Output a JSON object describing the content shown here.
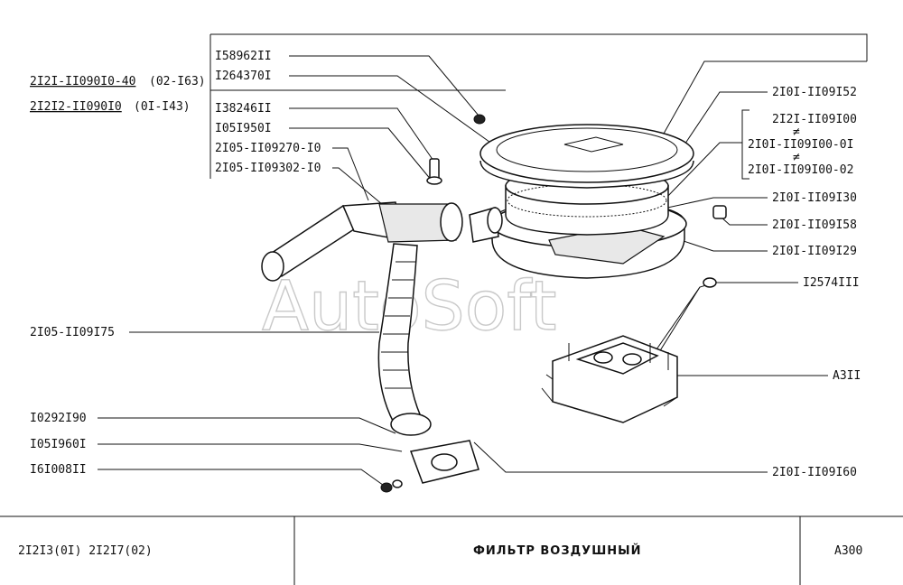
{
  "models": [
    {
      "code": "2I2I-II090I0-40",
      "range": "(02-I63)"
    },
    {
      "code": "2I2I2-II090I0",
      "range": "(0I-I43)"
    }
  ],
  "left_labels": [
    {
      "id": "I58962II"
    },
    {
      "id": "I264370I"
    },
    {
      "id": "I38246II"
    },
    {
      "id": "I05I950I"
    },
    {
      "id": "2I05-II09270-I0"
    },
    {
      "id": "2I05-II09302-I0"
    },
    {
      "id": "2I05-II09I75"
    },
    {
      "id": "I0292I90"
    },
    {
      "id": "I05I960I"
    },
    {
      "id": "I6I008II"
    }
  ],
  "right_labels": [
    {
      "id": "2I0I-II09I52"
    },
    {
      "id": "2I2I-II09I00"
    },
    {
      "id": "2I0I-II09I00-0I"
    },
    {
      "id": "2I0I-II09I00-02"
    },
    {
      "id": "2I0I-II09I30"
    },
    {
      "id": "2I0I-II09I58"
    },
    {
      "id": "2I0I-II09I29"
    },
    {
      "id": "I2574III"
    },
    {
      "id": "A3II"
    },
    {
      "id": "2I0I-II09I60"
    }
  ],
  "not_equal_symbol": "≠",
  "watermark": "AutoSoft",
  "footer": {
    "models": "2I2I3(0I)  2I2I7(02)",
    "title": "ФИЛЬТР   ВОЗДУШНЫЙ",
    "page": "A300"
  }
}
